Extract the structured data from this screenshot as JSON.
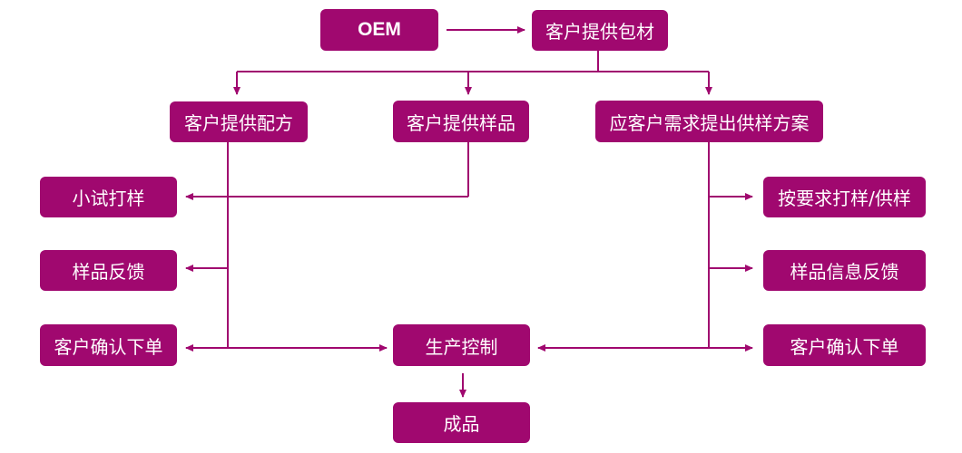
{
  "colors": {
    "box": "#a0086f",
    "line": "#a0086f",
    "text": "#ffffff"
  },
  "nodes": {
    "oem": "OEM",
    "packaging": "客户提供包材",
    "formula": "客户提供配方",
    "sample": "客户提供样品",
    "plan": "应客户需求提出供样方案",
    "trial": "小试打样",
    "feedback_left": "样品反馈",
    "confirm_left": "客户确认下单",
    "production": "生产控制",
    "finished": "成品",
    "make_sample": "按要求打样/供样",
    "info_feedback": "样品信息反馈",
    "confirm_right": "客户确认下单"
  }
}
